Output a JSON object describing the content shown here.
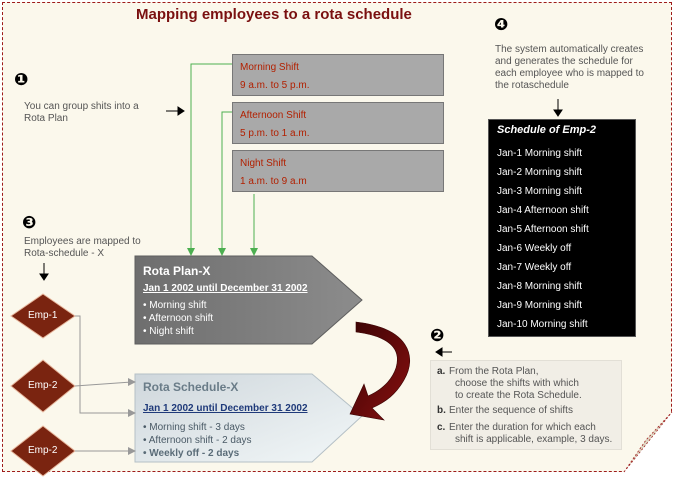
{
  "title": "Mapping employees to a rota schedule",
  "markers": {
    "m1": "❶",
    "m2": "❷",
    "m3": "❸",
    "m4": "❹"
  },
  "note1": [
    "You can group  shits  into a",
    "Rota Plan"
  ],
  "note3": [
    "Employees are mapped to",
    "Rota-schedule - X"
  ],
  "note4": [
    "The system automatically creates",
    "and generates the schedule for",
    "each employee who is mapped to",
    "the  rotaschedule"
  ],
  "shifts": [
    {
      "name": "Morning Shift",
      "time": "9 a.m. to 5 p.m."
    },
    {
      "name": "Afternoon Shift",
      "time": "5 p.m. to 1 a.m."
    },
    {
      "name": "Night Shift",
      "time": "1 a.m. to 9 a.m"
    }
  ],
  "schedule": {
    "title": "Schedule of Emp-2",
    "rows": [
      "Jan-1  Morning shift",
      "Jan-2  Morning shift",
      "Jan-3  Morning shift",
      "Jan-4  Afternoon shift",
      "Jan-5  Afternoon shift",
      "Jan-6  Weekly off",
      "Jan-7  Weekly off",
      "Jan-8  Morning shift",
      "Jan-9  Morning shift",
      "Jan-10  Morning shift"
    ]
  },
  "rota_plan": {
    "title": "Rota Plan-X",
    "dates": "Jan 1 2002 until December 31 2002",
    "items": [
      "• Morning shift",
      "• Afternoon shift",
      "• Night shift"
    ]
  },
  "rota_schedule": {
    "title": "Rota Schedule-X",
    "dates": "Jan 1 2002 until December 31 2002",
    "items": [
      "• Morning shift  - 3 days",
      "• Afternoon shift - 2 days",
      "• Weekly off - 2 days"
    ]
  },
  "employees": [
    "Emp-1",
    "Emp-2",
    "Emp-2"
  ],
  "steps": {
    "a_label": "a.",
    "a": [
      "From the Rota Plan,",
      "choose the shifts with which",
      "to create the Rota Schedule."
    ],
    "b_label": "b.",
    "b": "Enter the sequence of shifts",
    "c_label": "c.",
    "c": [
      "Enter the duration for which each",
      "shift is applicable, example, 3 days."
    ]
  },
  "colors": {
    "accent": "#7a1010",
    "shift_text": "#b22000",
    "connector": "#4caf50",
    "emp_fill": "#7a2410"
  }
}
